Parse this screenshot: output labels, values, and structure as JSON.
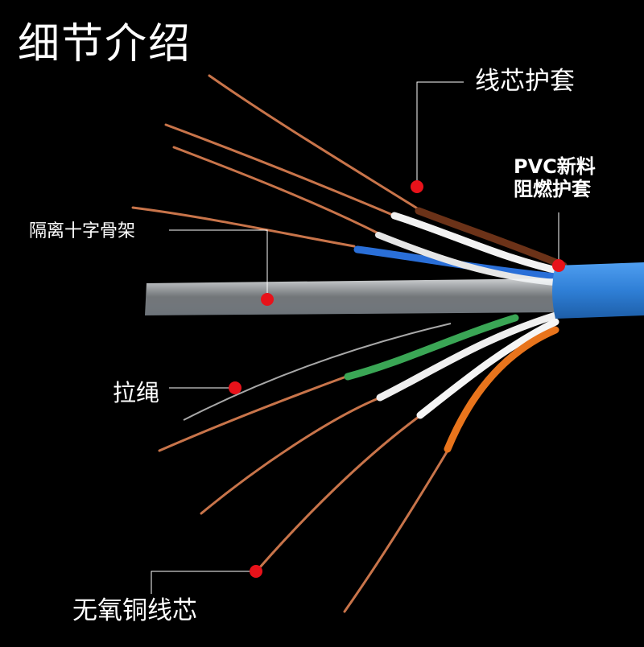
{
  "title": "细节介绍",
  "labels": {
    "core_jacket": "线芯护套",
    "pvc_line1": "PVC新料",
    "pvc_line2": "阻燃护套",
    "cross_frame": "隔离十字骨架",
    "pull_rope": "拉绳",
    "copper_core": "无氧铜线芯"
  },
  "colors": {
    "background": "#000000",
    "marker": "#e8121a",
    "jacket": "#2f7fd6",
    "copper": "#c8744a",
    "text": "#ffffff"
  }
}
